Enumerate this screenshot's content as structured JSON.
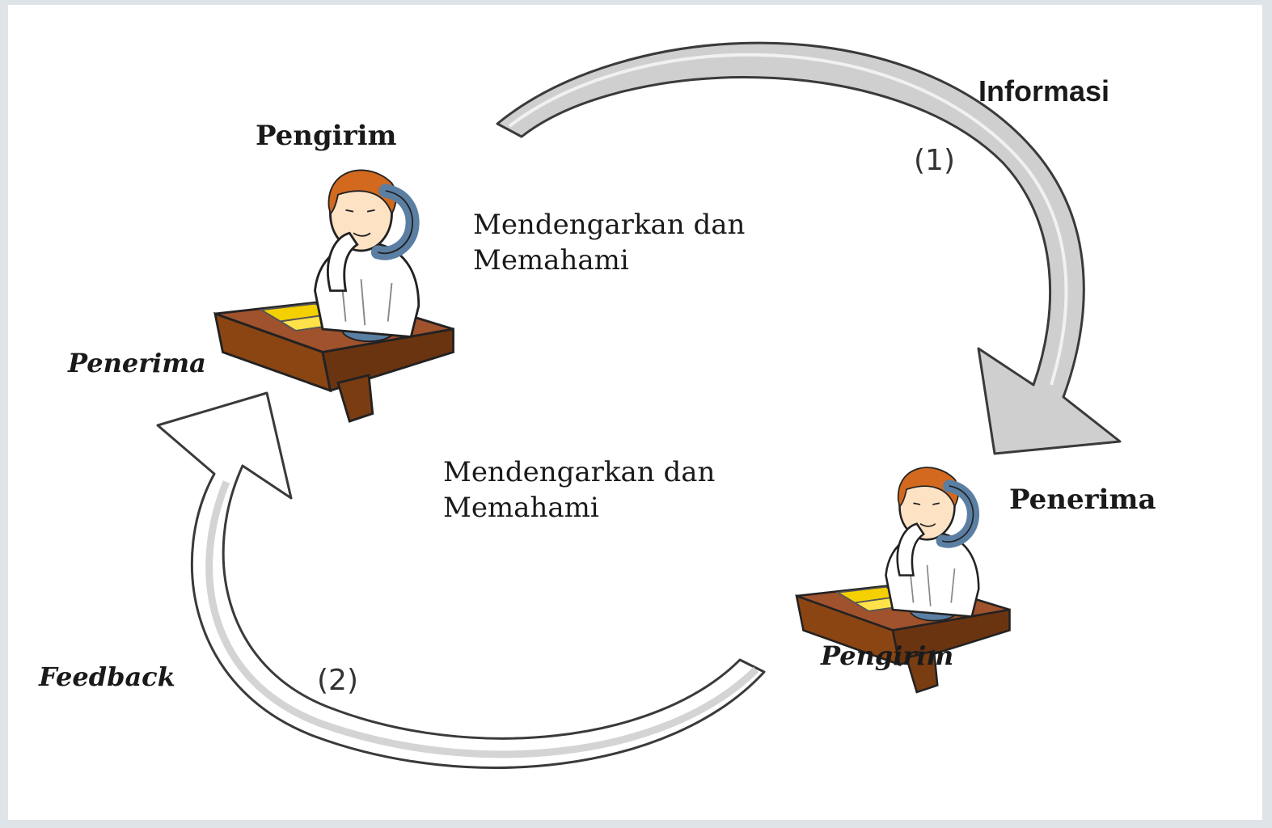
{
  "labels": {
    "informasi": "Informasi",
    "step1": "(1)",
    "step2": "(2)",
    "pengirim_top": "Pengirim",
    "penerima_left": "Penerima",
    "penerima_right": "Penerima",
    "pengirim_bottom": "Pengirim",
    "feedback": "Feedback",
    "listen_top_line1": "Mendengarkan dan",
    "listen_top_line2": "Memahami",
    "listen_mid_line1": "Mendengarkan dan",
    "listen_mid_line2": "Memahami"
  },
  "figures": [
    {
      "name": "person-at-desk-left",
      "icon": "person-on-phone-at-desk-icon"
    },
    {
      "name": "person-at-desk-right",
      "icon": "person-on-phone-at-desk-icon"
    }
  ],
  "colors": {
    "arrow_fill": "#cfcfcf",
    "arrow_outline": "#3a3a3a",
    "desk": "#8b4513",
    "hair": "#d2691e",
    "paper": "#f5d000",
    "phone": "#5b7fa3"
  }
}
